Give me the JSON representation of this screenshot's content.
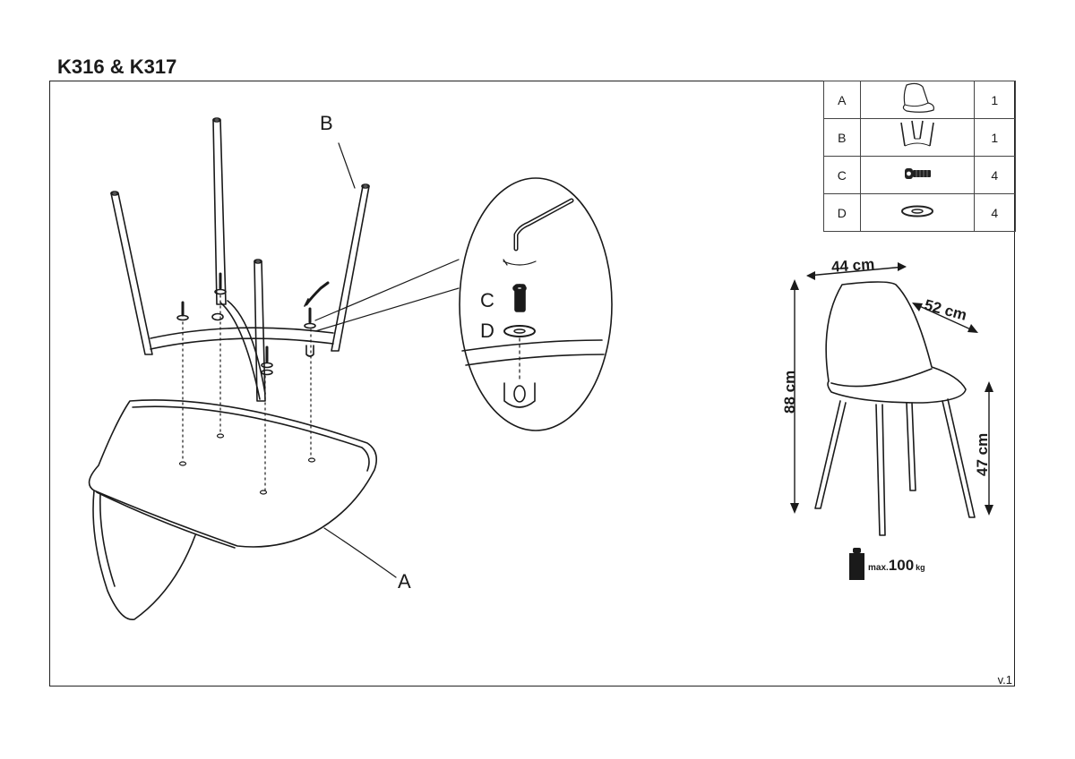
{
  "title": "K316 & K317",
  "version": "v.1",
  "labels": {
    "seat": "A",
    "legs": "B",
    "bolt": "C",
    "washer": "D"
  },
  "parts_table": [
    {
      "letter": "A",
      "qty": "1",
      "icon": "seat-shell-icon"
    },
    {
      "letter": "B",
      "qty": "1",
      "icon": "leg-frame-icon"
    },
    {
      "letter": "C",
      "qty": "4",
      "icon": "bolt-icon"
    },
    {
      "letter": "D",
      "qty": "4",
      "icon": "washer-icon"
    }
  ],
  "dimensions": {
    "width": "44 cm",
    "depth": "52 cm",
    "height": "88 cm",
    "seat_height": "47 cm"
  },
  "max_load": {
    "prefix": "max.",
    "value": "100",
    "unit": "kg"
  }
}
